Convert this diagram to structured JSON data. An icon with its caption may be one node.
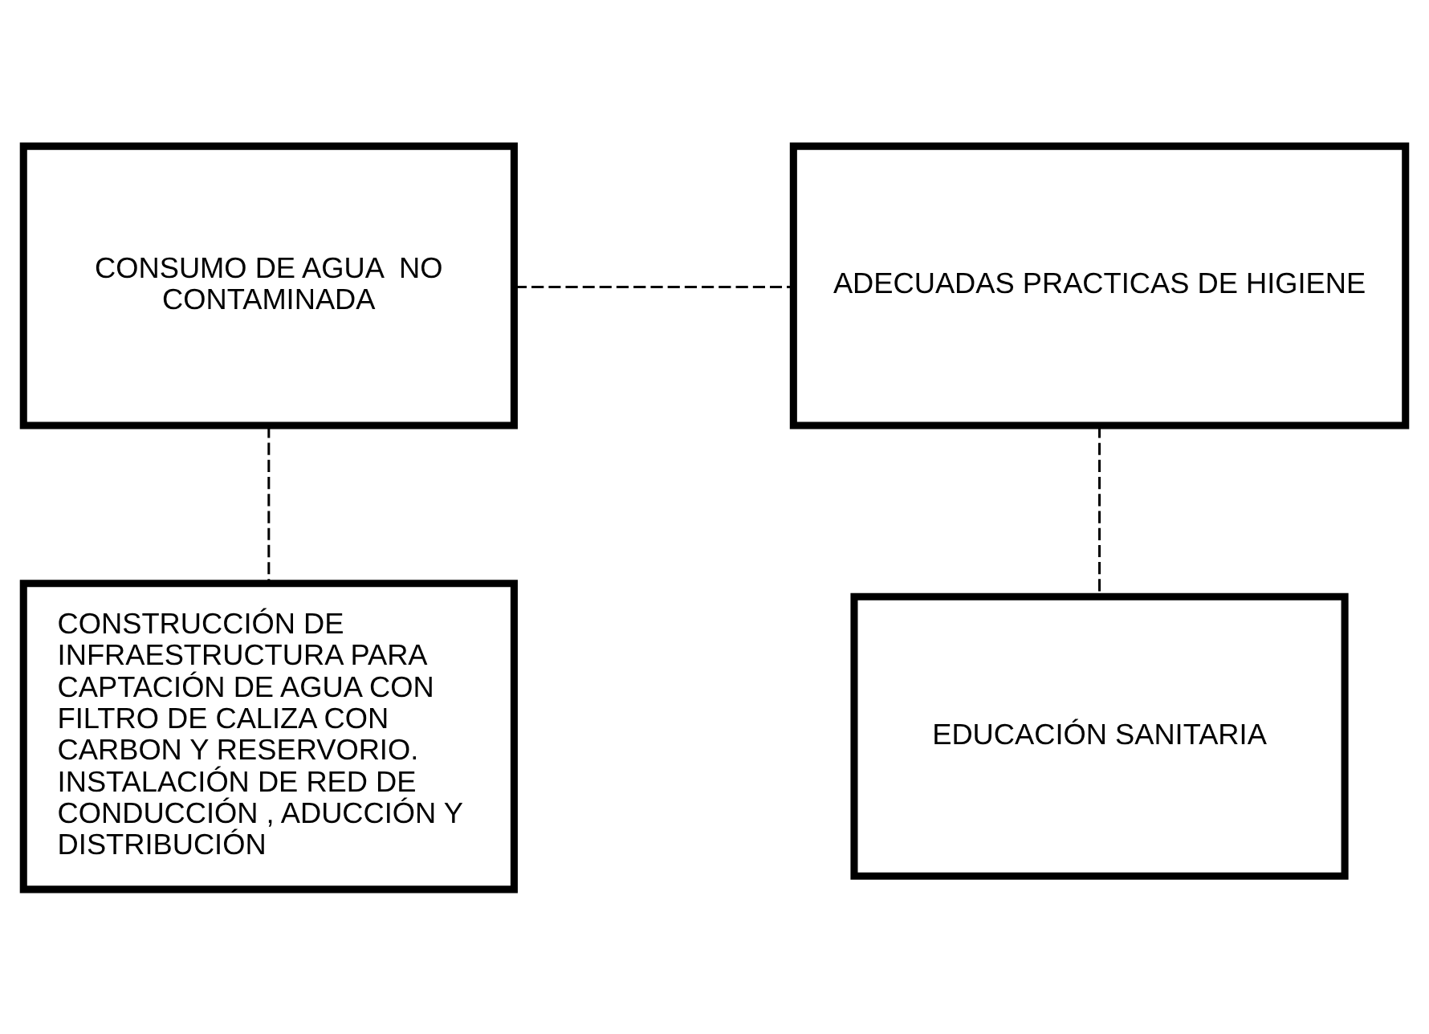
{
  "diagram": {
    "nodes": [
      {
        "text": [
          "CONSUMO DE AGUA  NO CONTAMINADA"
        ]
      },
      {
        "text": [
          "ADECUADAS PRACTICAS DE HIGIENE"
        ]
      },
      {
        "text": [
          "CONSTRUCCIÓN DE INFRAESTRUCTURA PARA CAPTACIÓN DE AGUA CON FILTRO DE CALIZA CON CARBON Y RESERVORIO.",
          "INSTALACIÓN DE RED DE CONDUCCIÓN , ADUCCIÓN Y DISTRIBUCIÓN"
        ]
      },
      {
        "text": [
          "EDUCACIÓN SANITARIA"
        ]
      }
    ],
    "edges": [
      {
        "from": 0,
        "to": 1,
        "arrow": "none",
        "style": "dashed"
      },
      {
        "from": 0,
        "to": 2,
        "arrow": "none",
        "style": "dashed"
      },
      {
        "from": 1,
        "to": 3,
        "arrow": "none",
        "style": "dashed"
      }
    ]
  }
}
